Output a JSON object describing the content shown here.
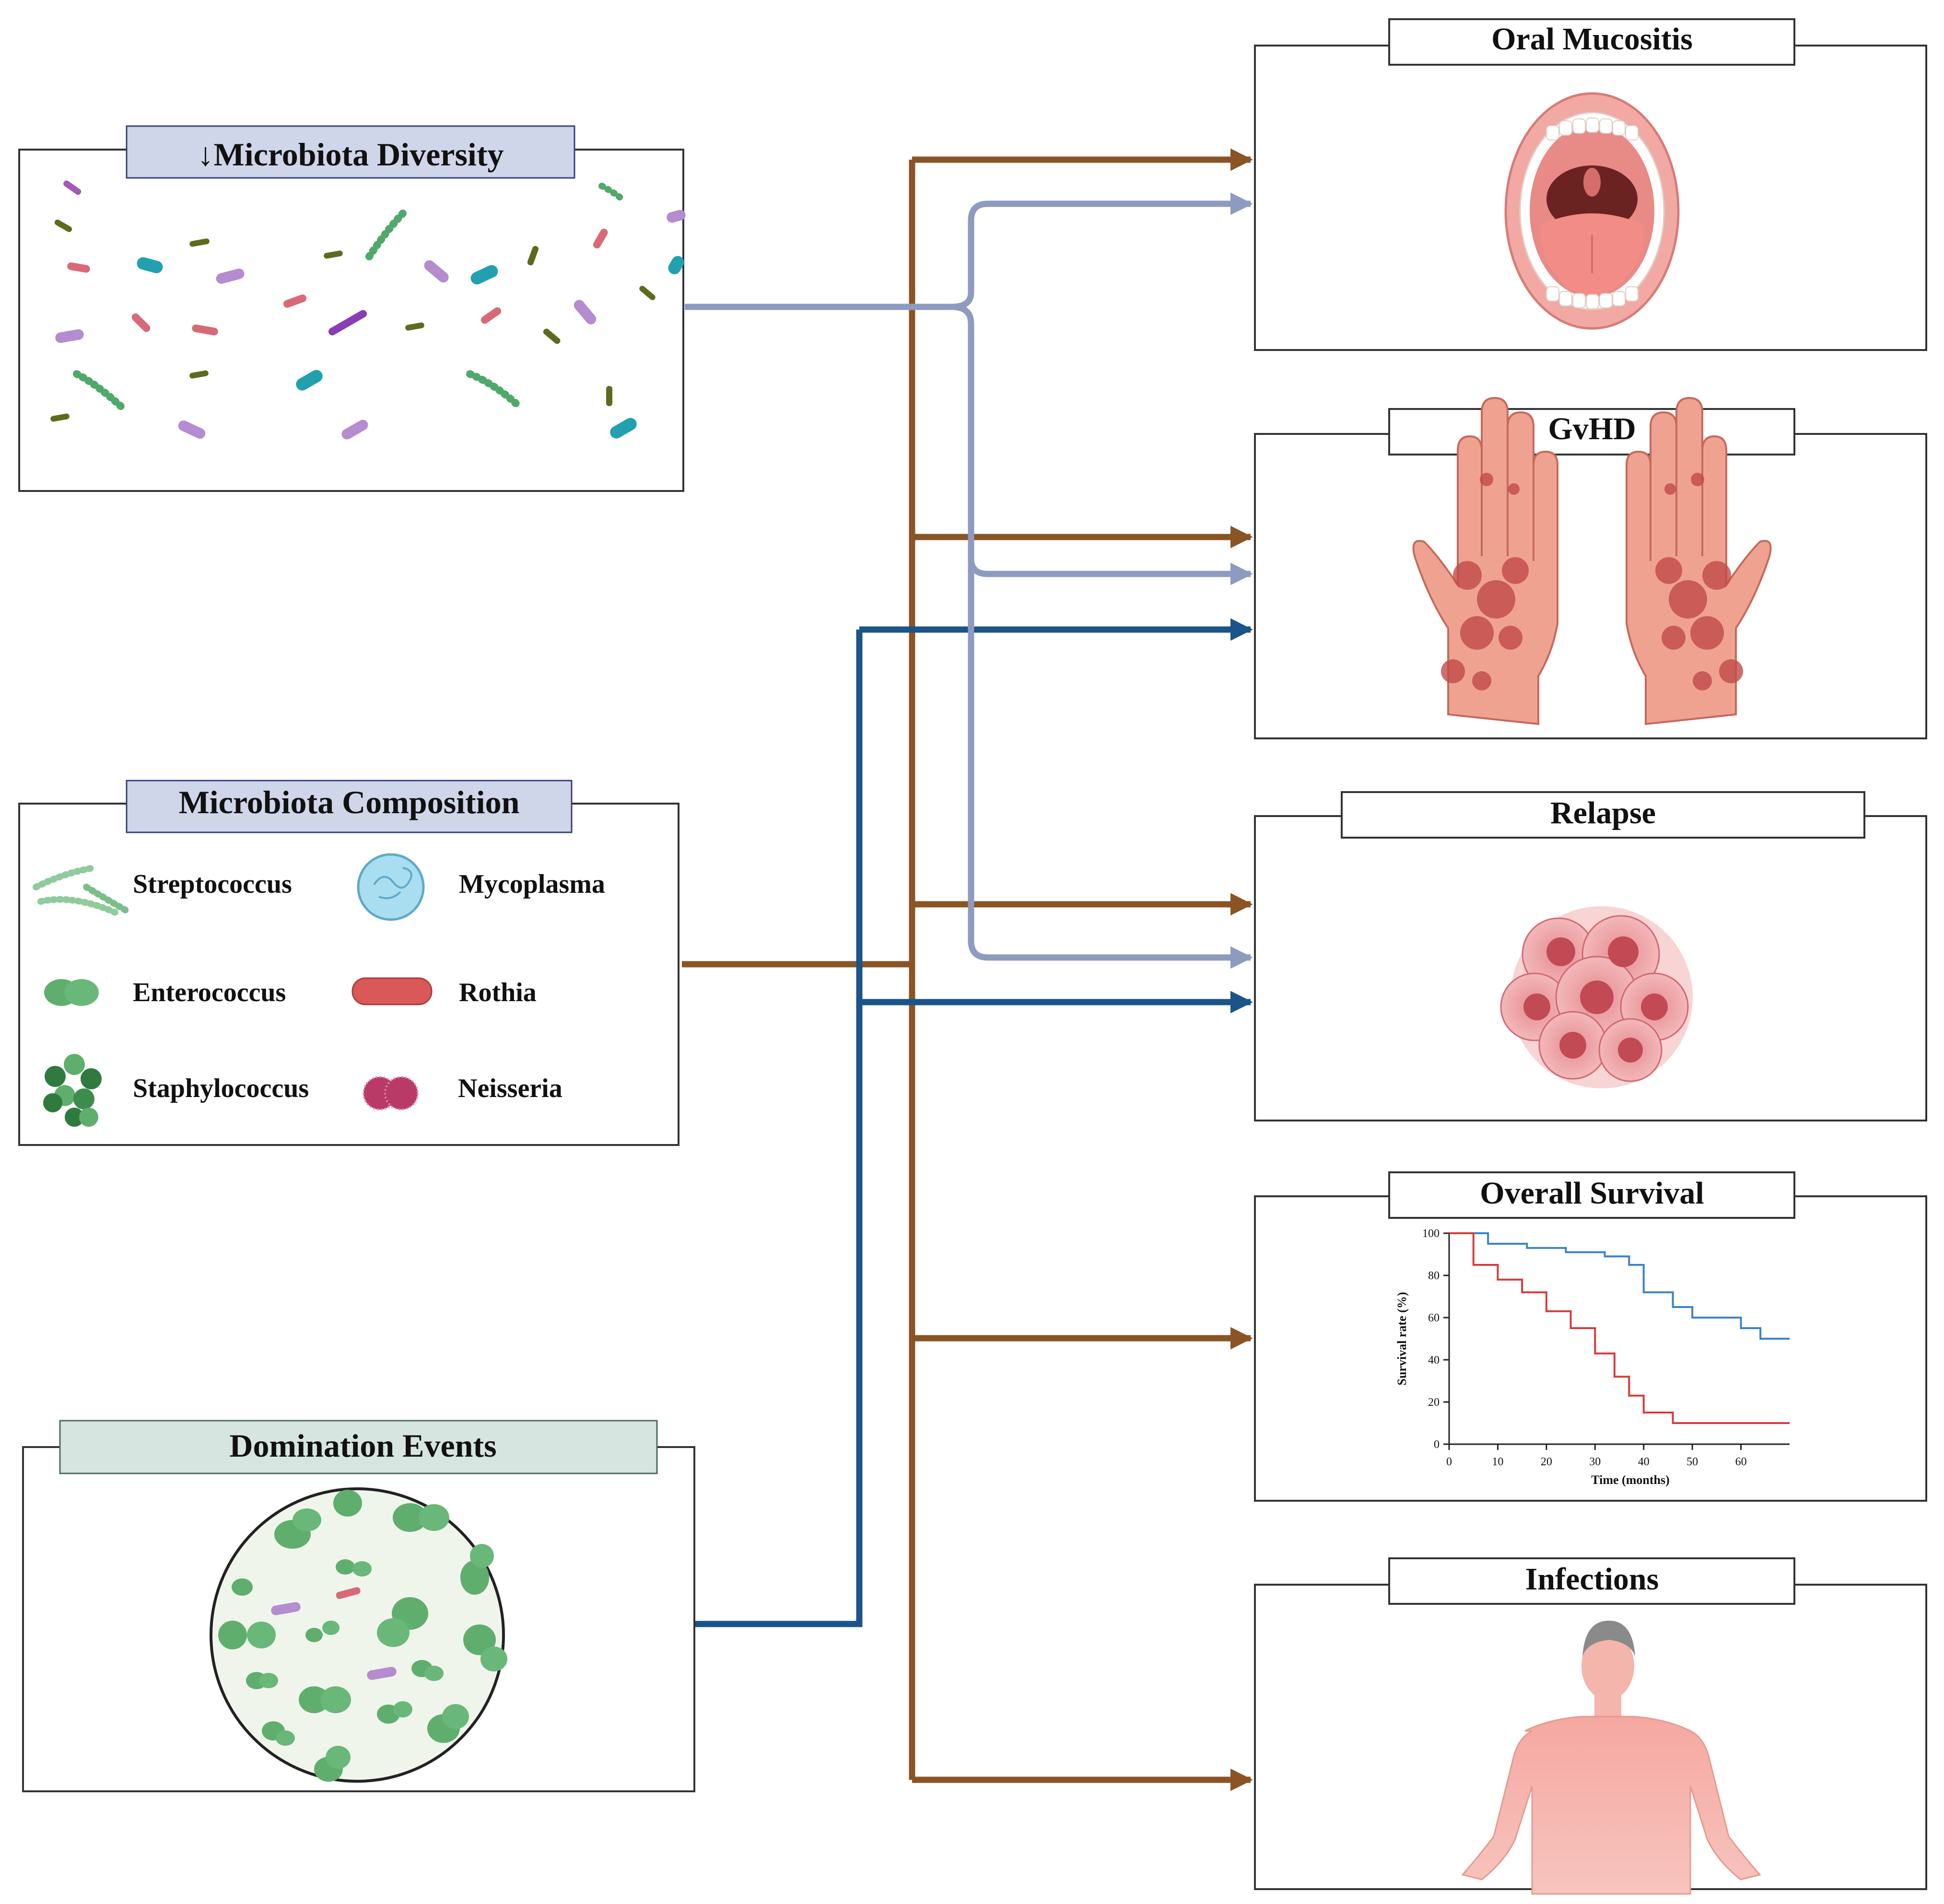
{
  "colors": {
    "brown": "#8B5424",
    "slate": "#8C9BBF",
    "navy": "#1A5489",
    "label_blue_bg": "#D0D6E9",
    "label_green_bg": "#D7E5E0",
    "box_stroke": "#333333"
  },
  "sources": {
    "diversity": {
      "title": "↓Microbiota Diversity"
    },
    "composition": {
      "title": "Microbiota Composition",
      "items": [
        {
          "name": "Streptococcus",
          "icon": "streptococcus-icon"
        },
        {
          "name": "Mycoplasma",
          "icon": "mycoplasma-icon"
        },
        {
          "name": "Enterococcus",
          "icon": "enterococcus-icon"
        },
        {
          "name": "Rothia",
          "icon": "rothia-icon"
        },
        {
          "name": "Staphylococcus",
          "icon": "staphylococcus-icon"
        },
        {
          "name": "Neisseria",
          "icon": "neisseria-icon"
        }
      ]
    },
    "domination": {
      "title": "Domination Events"
    }
  },
  "outcomes": {
    "oral_mucositis": {
      "title": "Oral Mucositis",
      "icon": "open-mouth-icon"
    },
    "gvhd": {
      "title": "GvHD",
      "icon": "rash-hands-icon"
    },
    "relapse": {
      "title": "Relapse",
      "icon": "tumor-cell-cluster-icon"
    },
    "overall_survival": {
      "title": "Overall Survival"
    },
    "infections": {
      "title": "Infections",
      "icon": "human-body-icon"
    }
  },
  "chart_data": {
    "type": "line",
    "xlabel": "Time (months)",
    "ylabel": "Survival rate (%)",
    "xlim": [
      0,
      70
    ],
    "ylim": [
      0,
      100
    ],
    "xticks": [
      0,
      10,
      20,
      30,
      40,
      50,
      60
    ],
    "yticks": [
      0,
      20,
      40,
      60,
      80,
      100
    ],
    "step": true,
    "series": [
      {
        "color": "#3B82C8",
        "x": [
          0,
          8,
          16,
          24,
          32,
          37,
          40,
          46,
          50,
          60,
          64,
          70
        ],
        "y": [
          100,
          95,
          93,
          91,
          89,
          85,
          72,
          65,
          60,
          55,
          50,
          50
        ]
      },
      {
        "color": "#D93A3A",
        "x": [
          0,
          5,
          10,
          15,
          20,
          25,
          30,
          34,
          37,
          40,
          46,
          50,
          70
        ],
        "y": [
          100,
          85,
          78,
          72,
          63,
          55,
          43,
          32,
          23,
          15,
          10,
          10,
          10
        ]
      }
    ]
  },
  "connections": [
    {
      "from": "diversity",
      "to": "oral_mucositis",
      "color": "slate"
    },
    {
      "from": "diversity",
      "to": "gvhd",
      "color": "slate"
    },
    {
      "from": "diversity",
      "to": "relapse",
      "color": "slate"
    },
    {
      "from": "composition",
      "to": "oral_mucositis",
      "color": "brown"
    },
    {
      "from": "composition",
      "to": "gvhd",
      "color": "brown"
    },
    {
      "from": "composition",
      "to": "relapse",
      "color": "brown"
    },
    {
      "from": "composition",
      "to": "overall_survival",
      "color": "brown"
    },
    {
      "from": "composition",
      "to": "infections",
      "color": "brown"
    },
    {
      "from": "domination",
      "to": "gvhd",
      "color": "navy"
    },
    {
      "from": "domination",
      "to": "relapse",
      "color": "navy"
    }
  ]
}
